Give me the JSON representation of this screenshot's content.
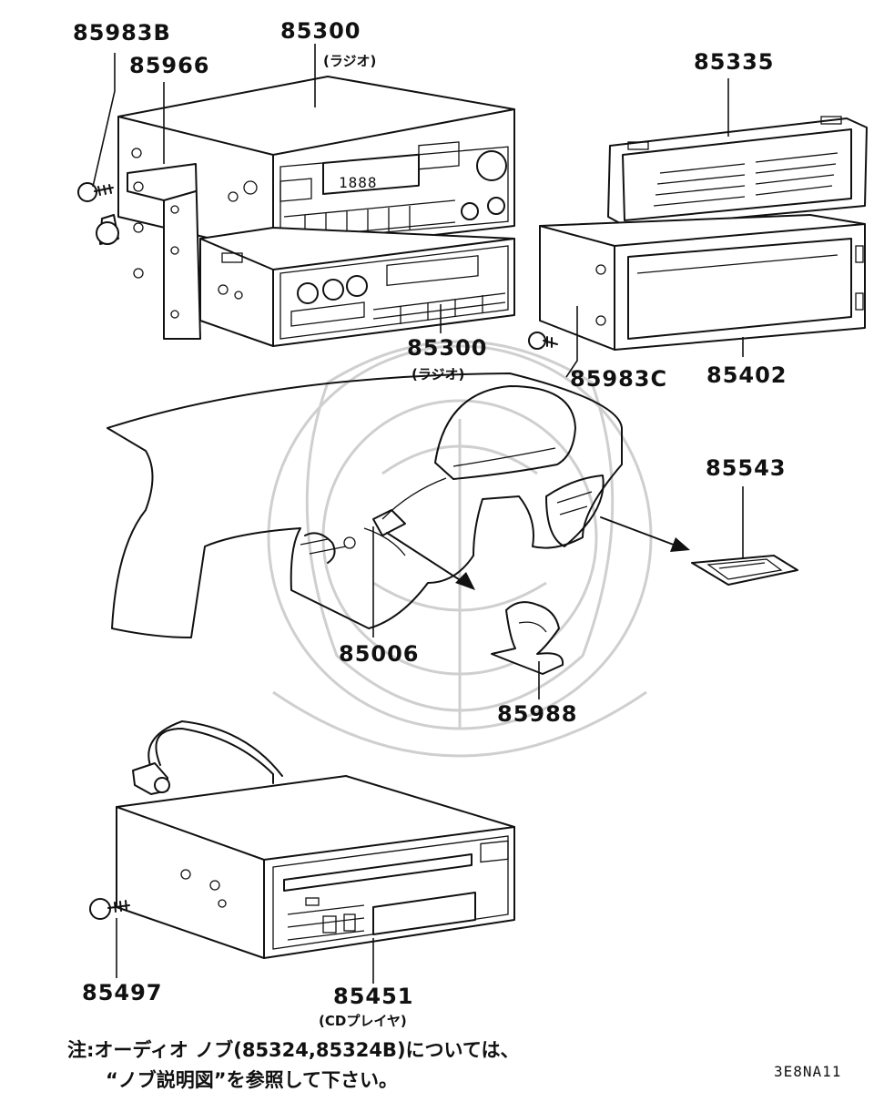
{
  "labels": {
    "p85983b": "85983B",
    "p85966": "85966",
    "p85300_top": "85300",
    "p85300_top_sub": "(ラジオ)",
    "p85335": "85335",
    "p85300_mid": "85300",
    "p85300_mid_sub": "(ラジオ)",
    "p85983c": "85983C",
    "p85402": "85402",
    "p85543": "85543",
    "p85006": "85006",
    "p85988": "85988",
    "p85497": "85497",
    "p85451": "85451",
    "p85451_sub": "(CDプレイヤ)"
  },
  "display": {
    "radio_digits": "1888"
  },
  "note": {
    "line1": "注:オーディオ ノブ(85324,85324B)については、",
    "line2": "“ノブ説明図”を参照して下さい。"
  },
  "diagram_code": "3E8NA11",
  "colors": {
    "ink": "#111111",
    "watermark": "#cfcfcf",
    "background": "#ffffff"
  }
}
